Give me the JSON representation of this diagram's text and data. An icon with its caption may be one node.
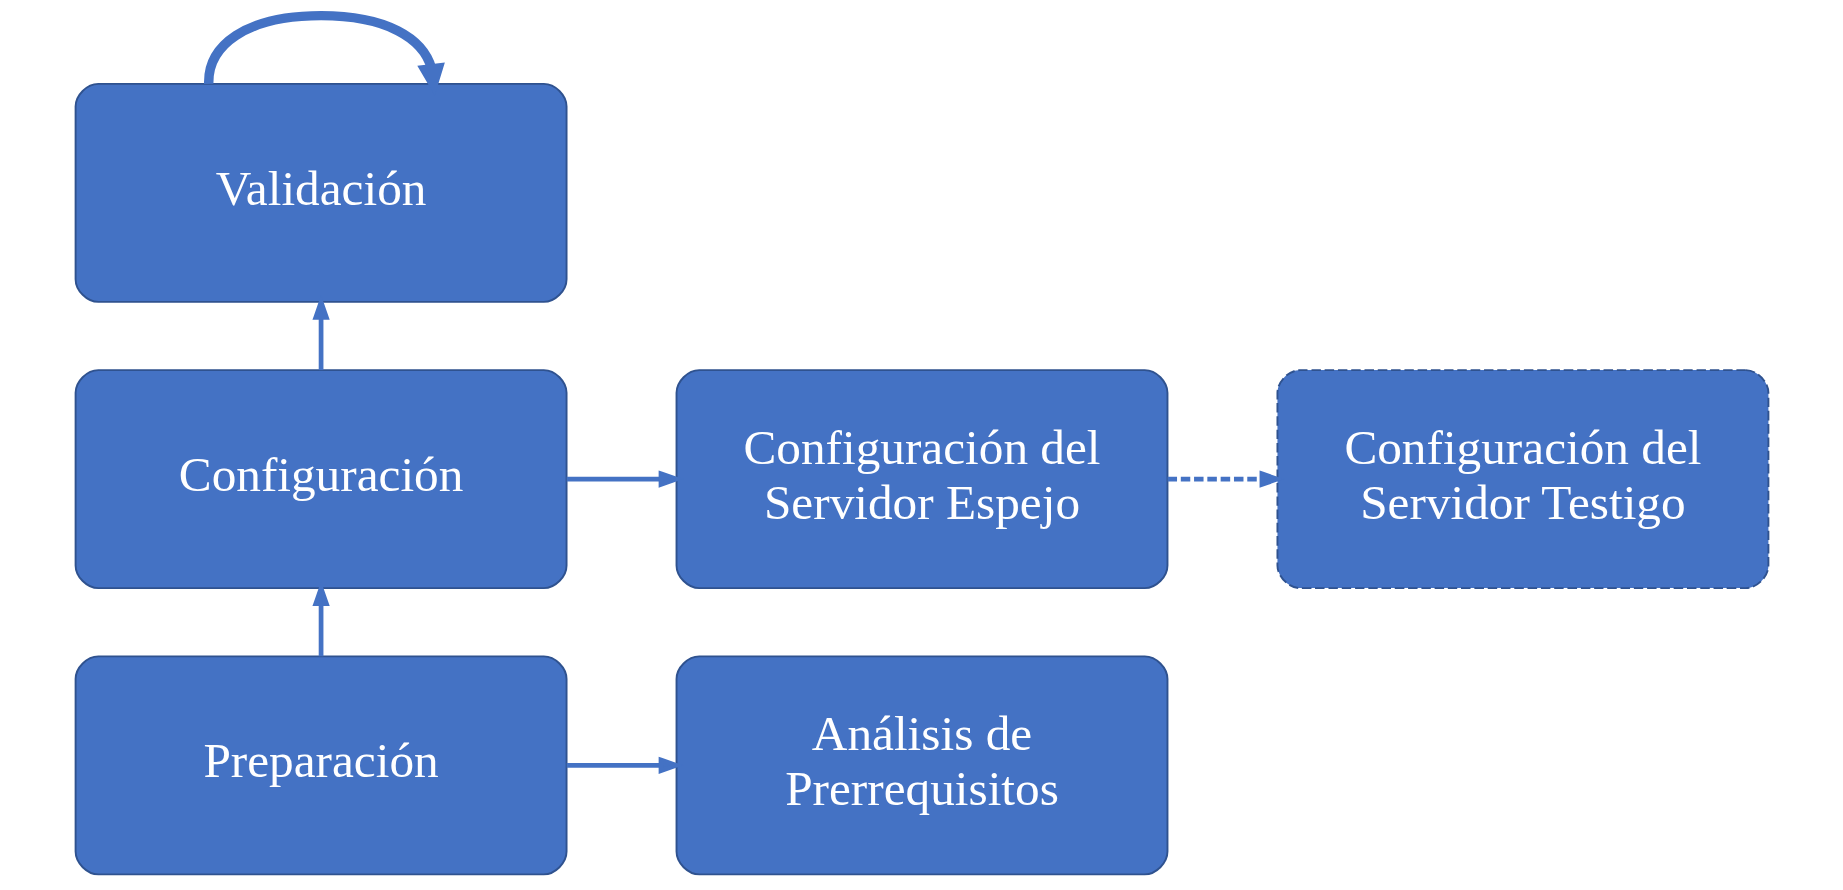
{
  "diagram": {
    "nodes": [
      {
        "text": [
          "Validación"
        ]
      },
      {
        "text": [
          "Configuración"
        ]
      },
      {
        "text": [
          "Configuración del Servidor Espejo"
        ]
      },
      {
        "text": [
          "Configuración del Servidor Testigo"
        ]
      },
      {
        "text": [
          "Preparación"
        ]
      },
      {
        "text": [
          "Análisis de Prerrequisitos"
        ]
      }
    ],
    "edges": [
      {
        "from": 0,
        "to": 0,
        "arrow": "to",
        "style": "thick"
      },
      {
        "from": 4,
        "to": 1,
        "arrow": "to"
      },
      {
        "from": 1,
        "to": 0,
        "arrow": "to"
      },
      {
        "from": 1,
        "to": 2,
        "arrow": "to"
      },
      {
        "from": 2,
        "to": 3,
        "arrow": "to",
        "style": "dashed"
      },
      {
        "from": 4,
        "to": 5,
        "arrow": "to"
      }
    ]
  }
}
